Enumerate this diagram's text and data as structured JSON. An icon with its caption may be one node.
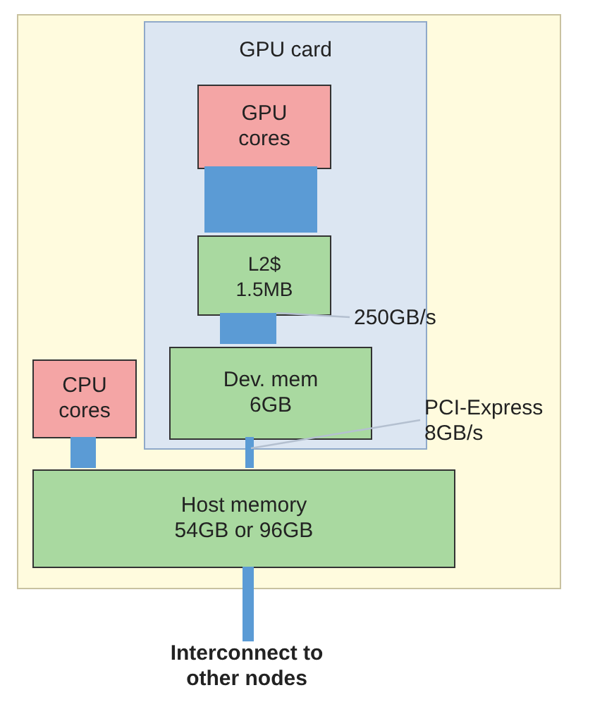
{
  "diagram": {
    "nodes": [
      {
        "text": [],
        "shape": "box"
      },
      {
        "text": [
          "GPU card"
        ],
        "in": 0
      },
      {
        "text": [
          "GPU cores"
        ],
        "in": 1
      },
      {
        "text": [
          "L2$ 1.5MB"
        ],
        "in": 1
      },
      {
        "text": [
          "Dev. mem 6GB"
        ],
        "in": 1
      },
      {
        "text": [
          "CPU cores"
        ],
        "in": 0
      },
      {
        "text": [
          "Host memory 54GB or 96GB"
        ],
        "in": 0
      },
      {
        "text": [
          "Interconnect to other nodes"
        ]
      },
      {
        "text": [
          "250GB/s"
        ],
        "in": 0
      },
      {
        "text": [
          "PCI-Express 8GB/s"
        ],
        "in": 0
      }
    ],
    "edges": [
      {
        "from": 2,
        "to": 3,
        "arrow": "none",
        "style": "thick"
      },
      {
        "from": 3,
        "to": 4,
        "arrow": "none",
        "style": "thick"
      },
      {
        "from": 5,
        "to": 6,
        "arrow": "none",
        "style": "thick"
      },
      {
        "from": 4,
        "to": 6,
        "arrow": "none"
      },
      {
        "from": 6,
        "to": 7,
        "arrow": "none"
      },
      {
        "from": 8,
        "to": 3,
        "arrow": "none",
        "color": "#b4c0d0"
      },
      {
        "from": 9,
        "to": 1,
        "arrow": "none",
        "color": "#b4c0d0"
      }
    ]
  }
}
